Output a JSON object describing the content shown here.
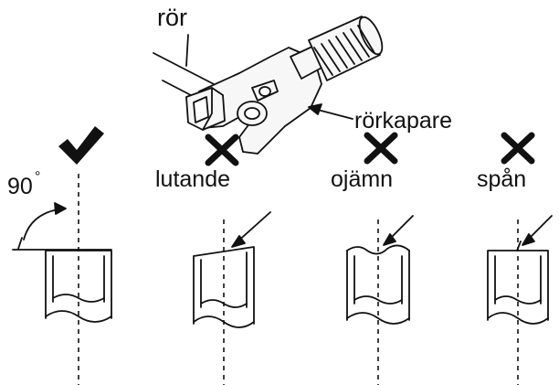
{
  "labels": {
    "pipe": "rör",
    "cutter": "rörkapare",
    "angle": "90",
    "degree_mark": "°",
    "slanted": "lutande",
    "uneven": "ojämn",
    "burr": "spån"
  },
  "marks": {
    "correct": "check-mark-icon",
    "incorrect": "cross-mark-icon"
  },
  "colors": {
    "ink": "#111111",
    "background": "#ffffff",
    "cutter_fill": "#f7f7f7"
  }
}
